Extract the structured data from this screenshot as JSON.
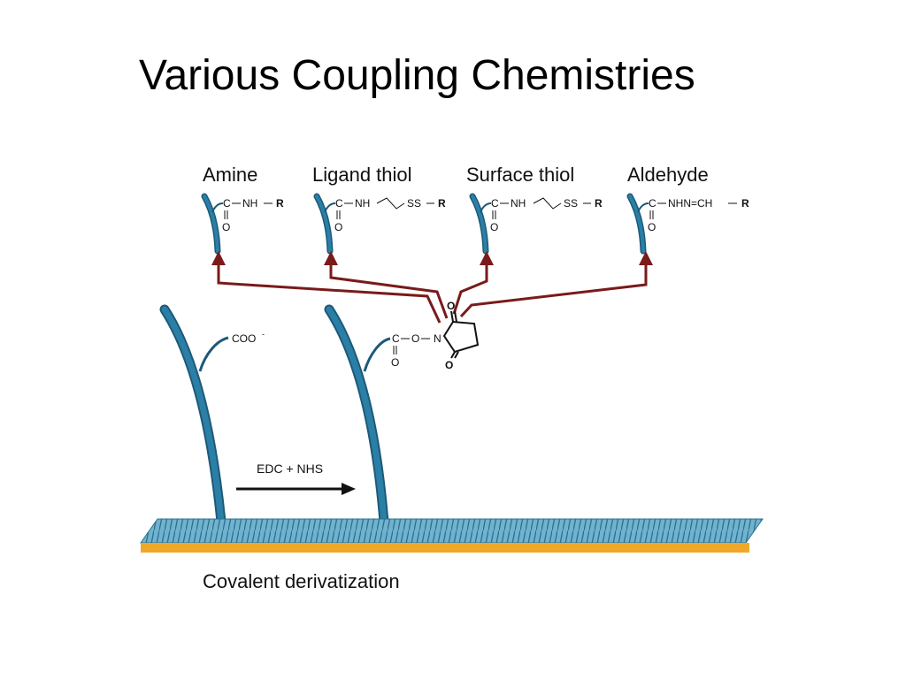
{
  "slide": {
    "title": "Various Coupling Chemistries"
  },
  "diagram": {
    "colors": {
      "fiber": "#2b7fa6",
      "fiber_edge": "#1c5a78",
      "arrow": "#7a1a1a",
      "surface": "#6fb3cf",
      "surface_edge": "#2e6f8e",
      "surface_base": "#f0a826"
    },
    "products": [
      {
        "name": "Amine",
        "formula": [
          "C",
          "NH",
          "R"
        ],
        "oxygen": "O"
      },
      {
        "name": "Ligand thiol",
        "formula": [
          "C",
          "NH",
          "SS",
          "R"
        ],
        "oxygen": "O"
      },
      {
        "name": "Surface thiol",
        "formula": [
          "C",
          "NH",
          "SS",
          "R"
        ],
        "oxygen": "O"
      },
      {
        "name": "Aldehyde",
        "formula": [
          "C",
          "NHN=CH",
          "R"
        ],
        "oxygen": "O"
      }
    ],
    "carboxyl_label": "COO",
    "carboxyl_charge": "-",
    "ester": {
      "c": "C",
      "o": "O",
      "n": "N",
      "carbonyl_o": "O",
      "ring_o_top": "O",
      "ring_o_bottom": "O"
    },
    "reagent": "EDC + NHS",
    "caption": "Covalent derivatization"
  }
}
